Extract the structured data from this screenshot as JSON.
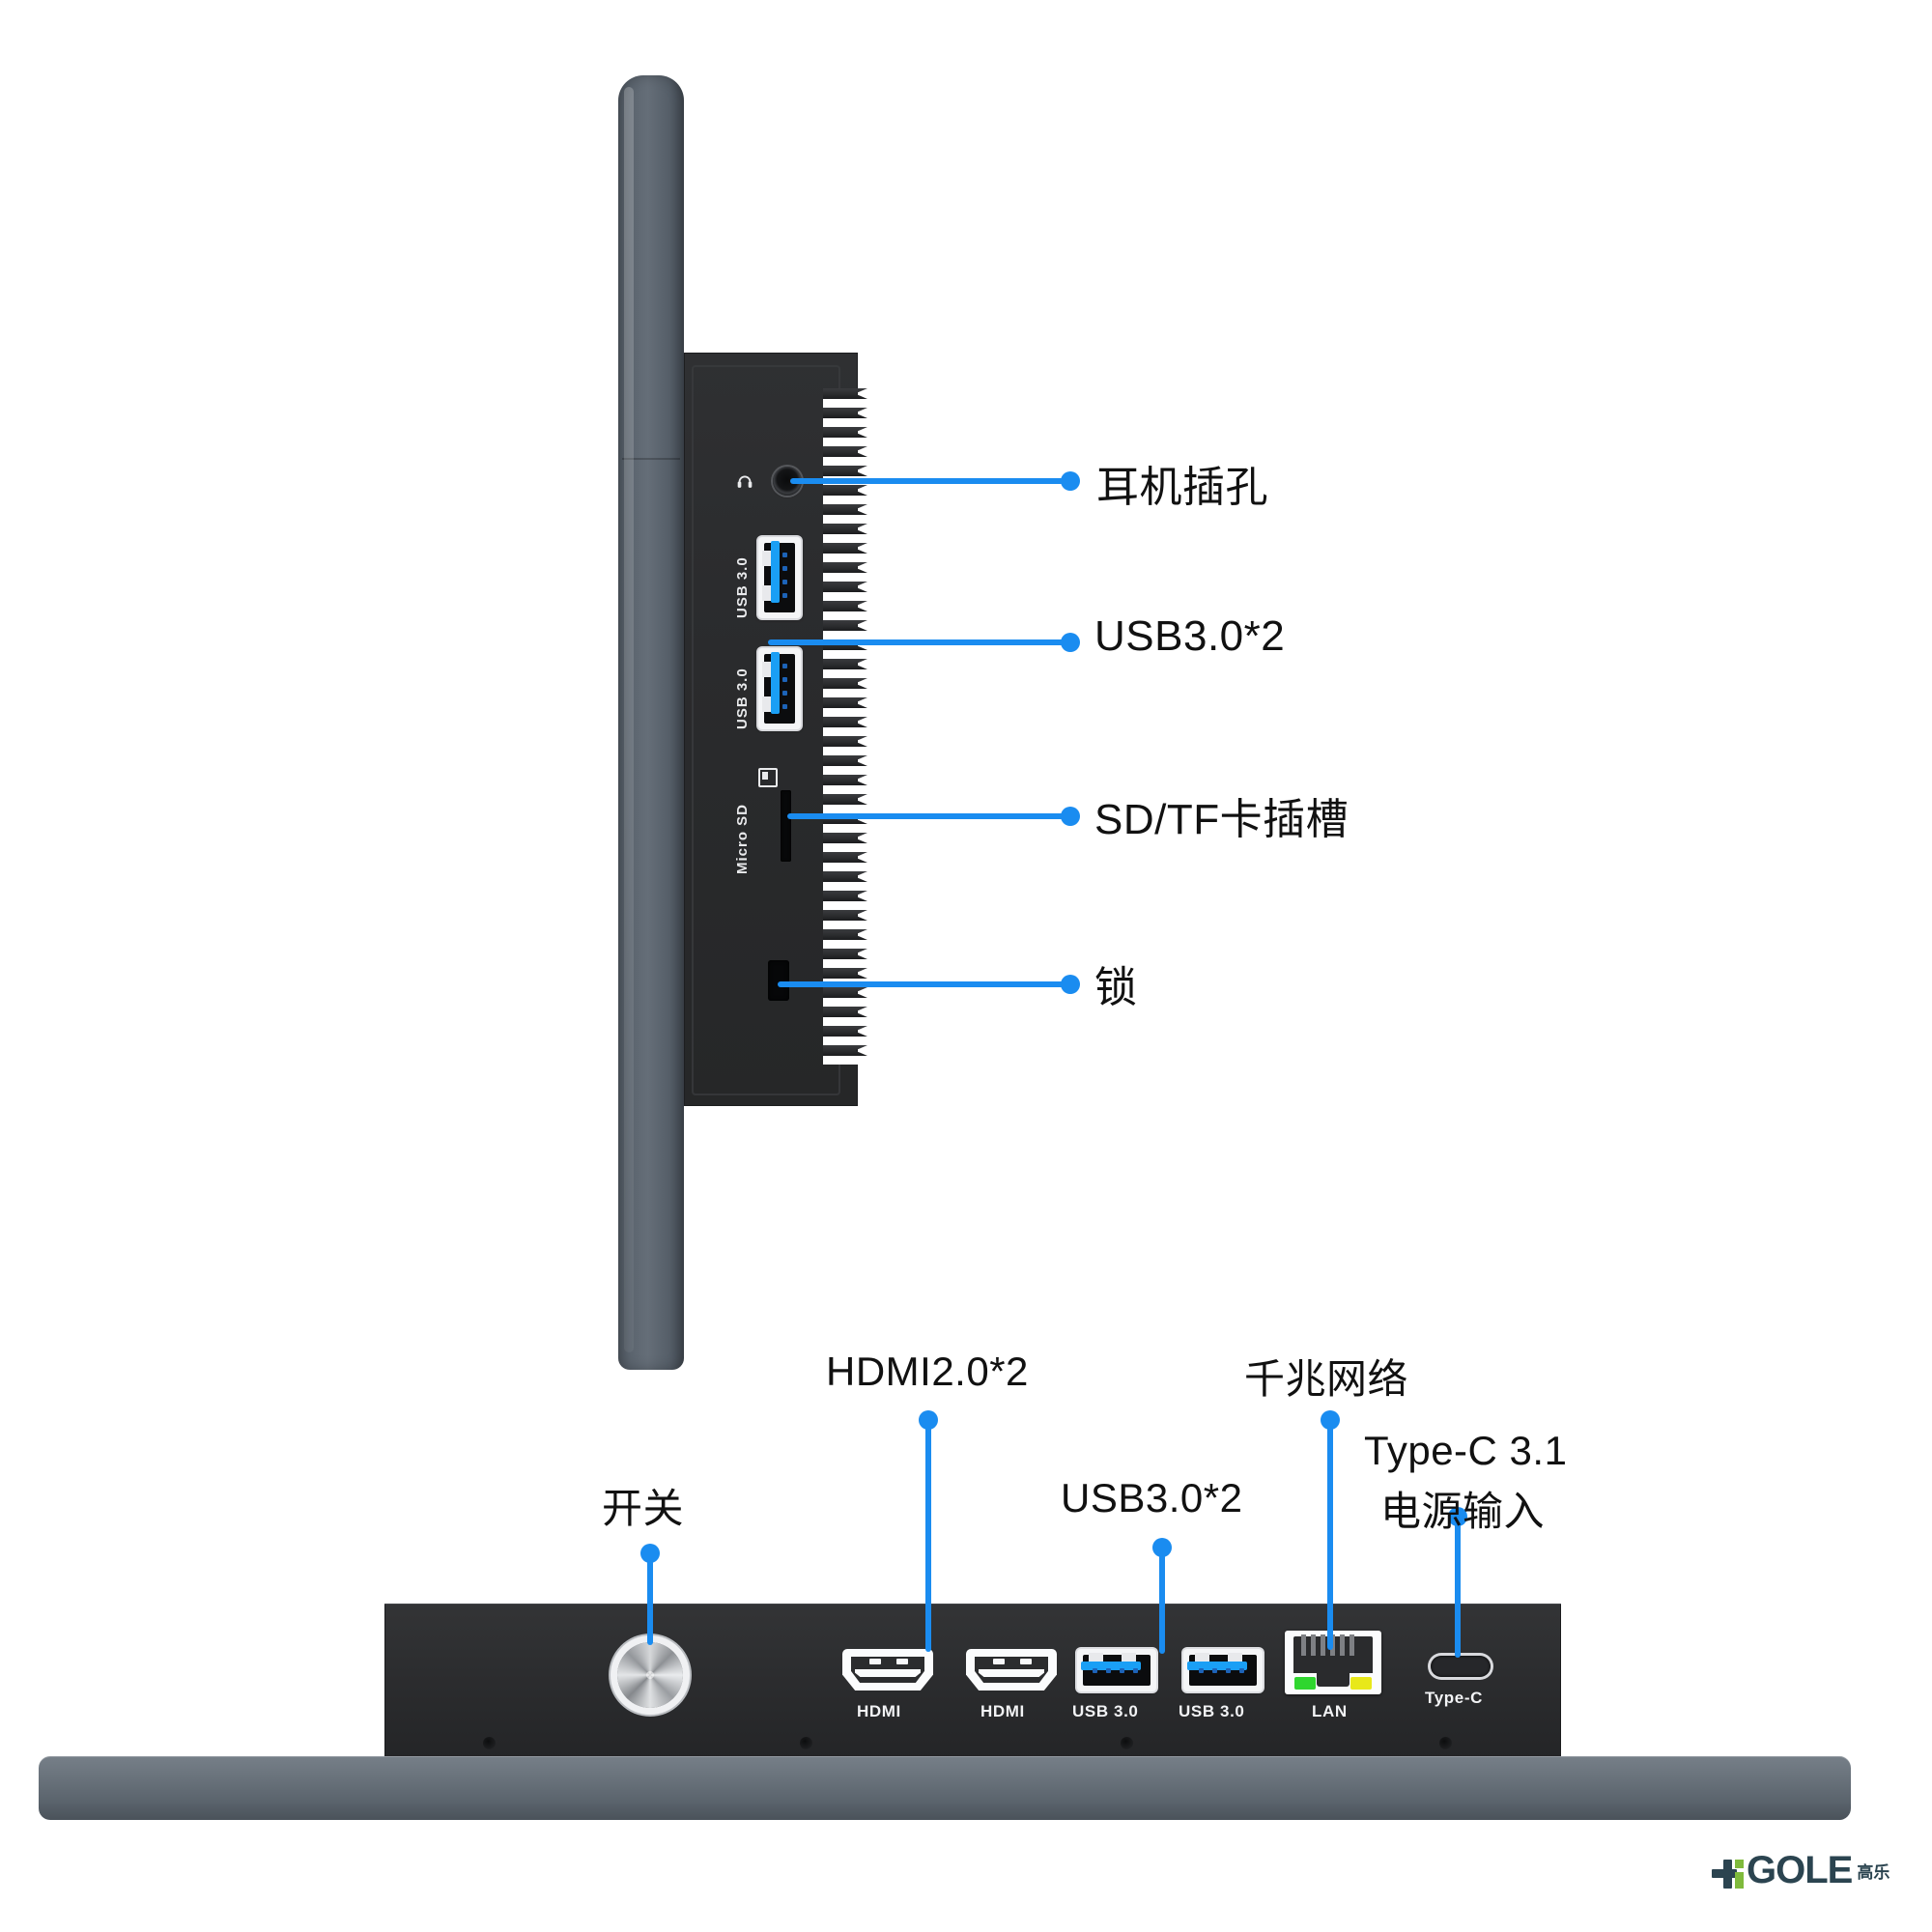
{
  "diagram": {
    "title": "Tablet PC port layout diagram",
    "accent_color": "#1a8cf0",
    "body_color": "#2c2d2f",
    "chassis_color": "#5b646e"
  },
  "side_panel": {
    "callouts": [
      {
        "id": "headphone",
        "label": "耳机插孔"
      },
      {
        "id": "usb3",
        "label": "USB3.0*2"
      },
      {
        "id": "sdtf",
        "label": "SD/TF卡插槽"
      },
      {
        "id": "lock",
        "label": "锁"
      }
    ],
    "port_markings": {
      "usb_top": "USB 3.0",
      "usb_bottom": "USB 3.0",
      "micro_sd": "Micro SD"
    }
  },
  "bottom_panel": {
    "callouts": [
      {
        "id": "power",
        "label": "开关"
      },
      {
        "id": "hdmi",
        "label": "HDMI2.0*2"
      },
      {
        "id": "usb",
        "label": "USB3.0*2"
      },
      {
        "id": "lan",
        "label": "千兆网络"
      },
      {
        "id": "typec",
        "label_line1": "Type-C 3.1",
        "label_line2": "电源输入"
      }
    ],
    "port_markings": {
      "hdmi_1": "HDMI",
      "hdmi_2": "HDMI",
      "usb_1": "USB 3.0",
      "usb_2": "USB 3.0",
      "lan": "LAN",
      "typec": "Type-C"
    },
    "lan_leds": {
      "left": "#2fd62f",
      "right": "#e8e81a"
    }
  },
  "branding": {
    "name": "GOLE",
    "prefix": "H",
    "chinese": "高乐",
    "color": "#2b4450",
    "accent": "#7fba3c"
  }
}
